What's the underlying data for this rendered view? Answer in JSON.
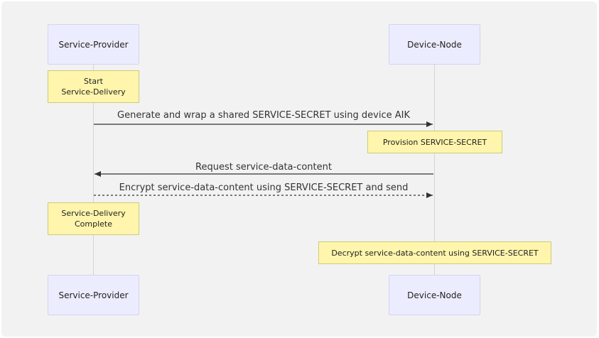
{
  "participants": {
    "provider": "Service-Provider",
    "node": "Device-Node"
  },
  "notes": {
    "start": "Start\nService-Delivery",
    "provision": "Provision SERVICE-SECRET",
    "complete": "Service-Delivery\nComplete",
    "decrypt": "Decrypt service-data-content using SERVICE-SECRET"
  },
  "messages": {
    "generate": "Generate and wrap a shared SERVICE-SECRET using device AIK",
    "request": "Request service-data-content",
    "encrypt": "Encrypt service-data-content using SERVICE-SECRET and send"
  },
  "colors": {
    "actor_fill": "#ececff",
    "note_fill": "#fff5ad",
    "line": "#333333"
  }
}
